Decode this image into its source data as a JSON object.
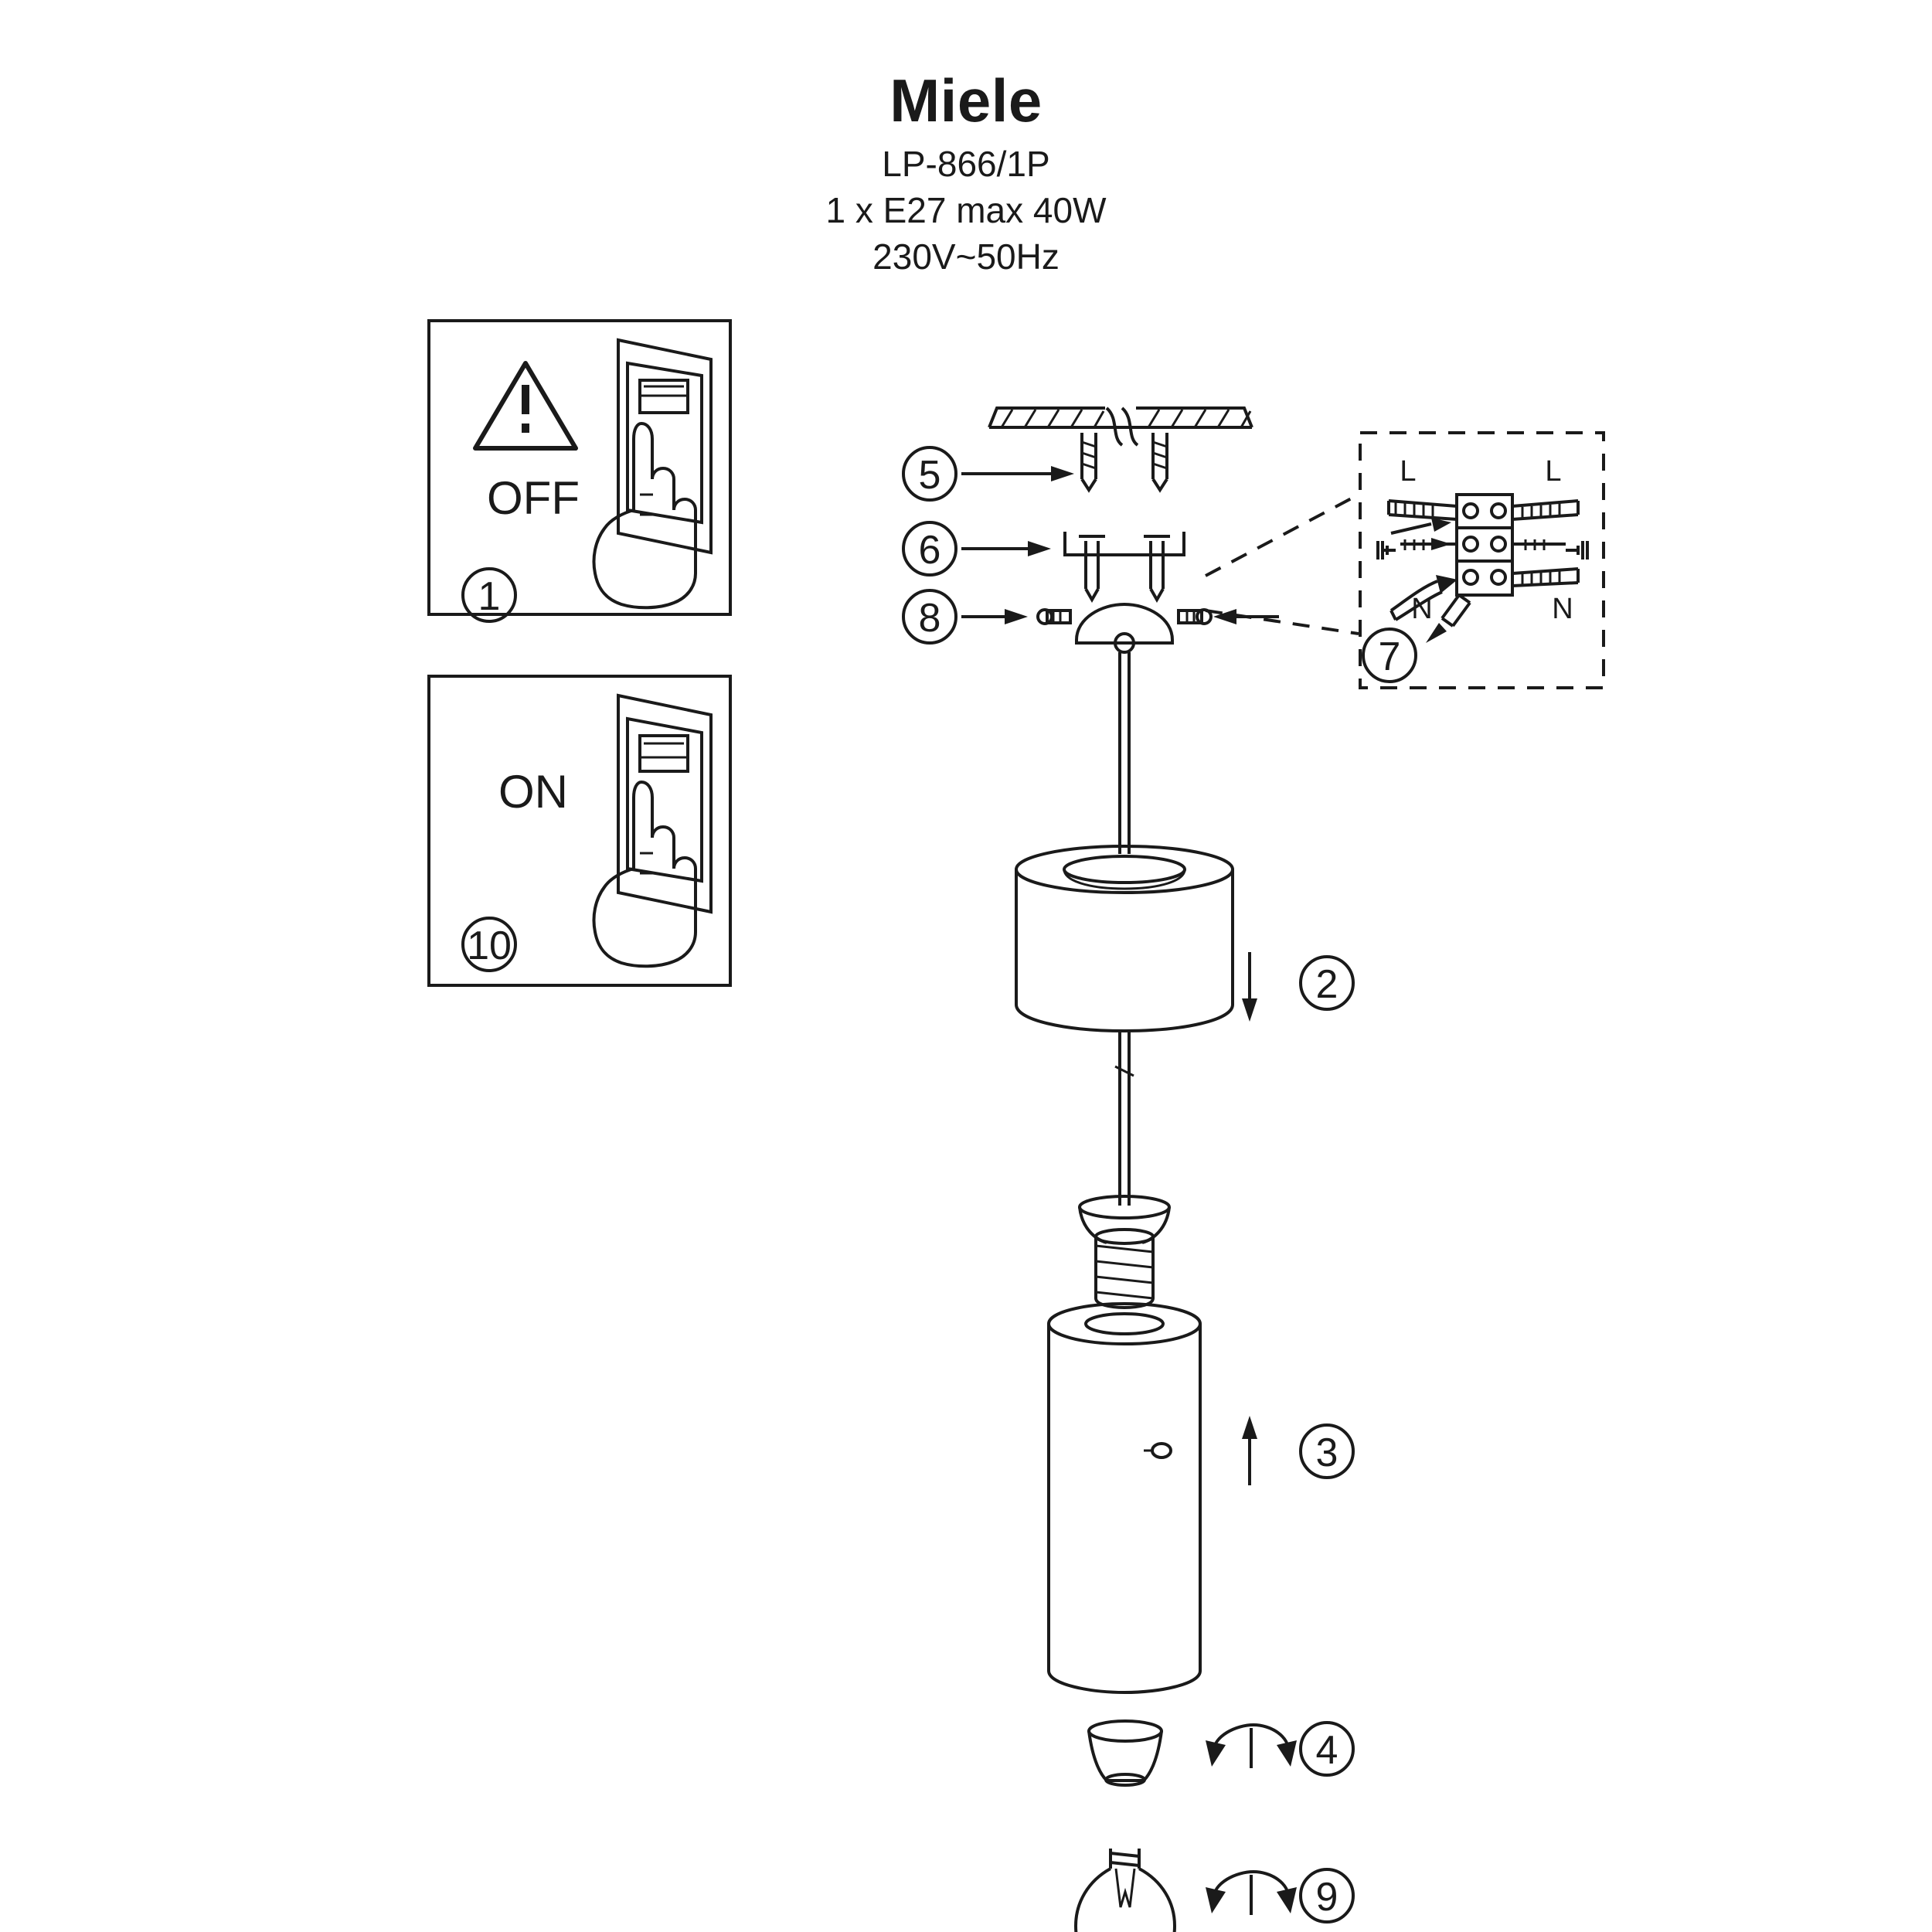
{
  "header": {
    "brand": "Miele",
    "model": "LP-866/1P",
    "lamp_spec": "1 x E27 max 40W",
    "voltage": "230V~50Hz"
  },
  "panels": {
    "off_panel": {
      "label": "OFF",
      "step": "1",
      "icons": [
        "warning-triangle-icon",
        "wall-switch-icon",
        "hand-pointing-icon"
      ]
    },
    "on_panel": {
      "label": "ON",
      "step": "10",
      "icons": [
        "wall-switch-icon",
        "hand-pointing-icon"
      ]
    }
  },
  "steps": [
    {
      "number": "1",
      "name": "switch-off-step"
    },
    {
      "number": "2",
      "name": "shade-mount-step"
    },
    {
      "number": "3",
      "name": "diffuser-mount-step"
    },
    {
      "number": "4",
      "name": "ring-screw-step"
    },
    {
      "number": "5",
      "name": "ceiling-anchor-step"
    },
    {
      "number": "6",
      "name": "mounting-bracket-step"
    },
    {
      "number": "7",
      "name": "terminal-block-step"
    },
    {
      "number": "8",
      "name": "grub-screw-step"
    },
    {
      "number": "9",
      "name": "bulb-screw-step"
    },
    {
      "number": "10",
      "name": "switch-on-step"
    }
  ],
  "wiring": {
    "terminals": [
      {
        "label_left": "L",
        "label_right": "L"
      },
      {
        "label_left": "",
        "label_right": ""
      },
      {
        "label_left": "N",
        "label_right": "N"
      }
    ],
    "earth_symbol": "earth-ground-icon",
    "screwdriver": "screwdriver-icon"
  }
}
